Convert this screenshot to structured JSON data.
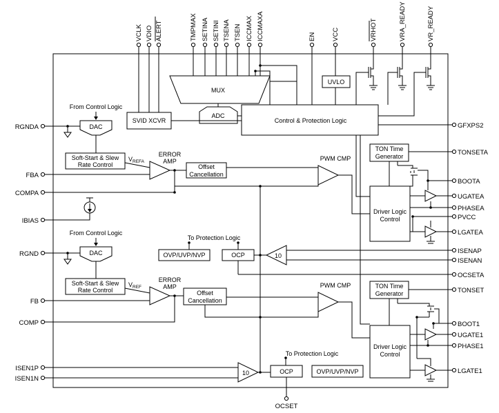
{
  "top_pins": {
    "vclk": "VCLK",
    "vdio": "VDIO",
    "alert": "ALERT",
    "tmpmax": "TMPMAX",
    "setina": "SETINA",
    "setini": "SETINI",
    "tsena": "TSENA",
    "tsen": "TSEN",
    "iccmax": "ICCMAX",
    "iccmaxa": "ICCMAXA",
    "en": "EN",
    "vcc": "VCC",
    "vrhot": "VRHOT",
    "vra_ready": "VRA_READY",
    "vr_ready": "VR_READY"
  },
  "left_pins": {
    "rgnda": "RGNDA",
    "fba": "FBA",
    "compa": "COMPA",
    "ibias": "IBIAS",
    "rgnd": "RGND",
    "fb": "FB",
    "comp": "COMP",
    "isen1p": "ISEN1P",
    "isen1n": "ISEN1N"
  },
  "right_pins": {
    "gfxps2": "GFXPS2",
    "tonseta": "TONSETA",
    "boota": "BOOTA",
    "ugatea": "UGATEA",
    "phasea": "PHASEA",
    "pvcc": "PVCC",
    "lgatea": "LGATEA",
    "isenap": "ISENAP",
    "isenan": "ISENAN",
    "ocseta": "OCSETA",
    "tonset": "TONSET",
    "boot1": "BOOT1",
    "ugate1": "UGATE1",
    "phase1": "PHASE1",
    "lgate1": "LGATE1"
  },
  "bottom_pins": {
    "ocset": "OCSET"
  },
  "blocks": {
    "mux": "MUX",
    "adc": "ADC",
    "svid": "SVID XCVR",
    "uvlo": "UVLO",
    "control": "Control & Protection Logic",
    "from_control_a": "From Control Logic",
    "dac_a": "DAC",
    "soft_start_a_line1": "Soft-Start & Slew",
    "soft_start_a_line2": "Rate Control",
    "vref_a_main": "V",
    "vref_a_sub": "REFA",
    "error_amp_a_line1": "ERROR",
    "error_amp_a_line2": "AMP",
    "offset_a_line1": "Offset",
    "offset_a_line2": "Cancellation",
    "pwm_cmp_a": "PWM CMP",
    "ton_a_line1": "TON Time",
    "ton_a_line2": "Generator",
    "driver_a_line1": "Driver Logic",
    "driver_a_line2": "Control",
    "to_protection_a": "To Protection Logic",
    "ovp_a": "OVP/UVP/NVP",
    "ocp_a": "OCP",
    "gain_a": "10",
    "from_control_b": "From Control Logic",
    "dac_b": "DAC",
    "soft_start_b_line1": "Soft-Start & Slew",
    "soft_start_b_line2": "Rate Control",
    "vref_b_main": "V",
    "vref_b_sub": "REF",
    "error_amp_b_line1": "ERROR",
    "error_amp_b_line2": "AMP",
    "offset_b_line1": "Offset",
    "offset_b_line2": "Cancellation",
    "pwm_cmp_b": "PWM CMP",
    "ton_b_line1": "TON Time",
    "ton_b_line2": "Generator",
    "driver_b_line1": "Driver Logic",
    "driver_b_line2": "Control",
    "to_protection_b": "To Protection Logic",
    "ocp_b": "OCP",
    "ovp_b": "OVP/UVP/NVP",
    "gain_b": "10"
  }
}
